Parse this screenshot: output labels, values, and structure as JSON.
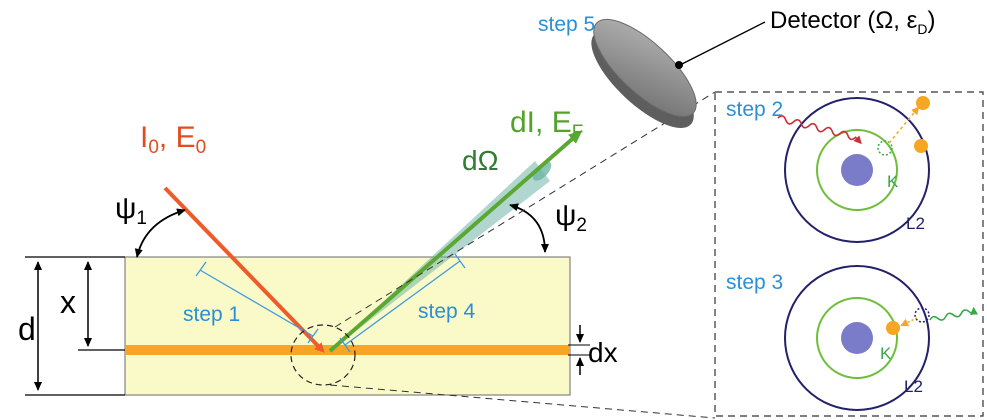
{
  "colors": {
    "sample_fill": "#fafac8",
    "sample_stroke": "#6b6b6b",
    "layer": "#f6a623",
    "incident_beam": "#f05a28",
    "incident_text": "#e04d21",
    "fluorescence_beam": "#5aa832",
    "fluorescence_text": "#52a32b",
    "cone": "#6fb5a8",
    "step_text": "#2b8fd6",
    "step_bracket": "#3f9be0",
    "shell_outer": "#23206b",
    "shell_k": "#6dbf3a",
    "nucleus": "#7a7cc9",
    "electron": "#f5a623",
    "photon_in": "#c8313a",
    "photon_out": "#3aa84a",
    "detector": "#8c8c8c",
    "line": "#000000"
  },
  "icons": [
    "detector-disk-icon",
    "atom-icon",
    "electron-icon",
    "photon-wave-icon"
  ],
  "labels": {
    "incident": {
      "main": "I",
      "sub": "0",
      "rest": ", E",
      "rest_sub": "0"
    },
    "fluorescence": {
      "main": "dI, E",
      "sub": "F"
    },
    "solid_angle": "dΩ",
    "psi1": {
      "main": "ψ",
      "sub": "1"
    },
    "psi2": {
      "main": "ψ",
      "sub": "2"
    },
    "thickness": "d",
    "depth": "x",
    "layer_thickness": "dx",
    "step1": "step 1",
    "step4": "step 4",
    "step5": "step 5",
    "detector": {
      "main": "Detector (Ω, ε",
      "sub": "D",
      "rest": ")"
    },
    "atom_top": {
      "step": "step 2",
      "inner": "K",
      "outer": "L2"
    },
    "atom_bottom": {
      "step": "step 3",
      "inner": "K",
      "outer": "L2"
    }
  }
}
